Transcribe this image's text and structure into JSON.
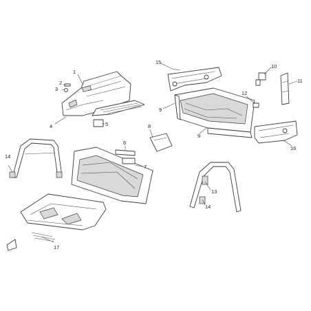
{
  "callouts": {
    "c1": "1",
    "c2": "2",
    "c3": "3",
    "c4": "4",
    "c5": "5",
    "c6": "6",
    "c7": "7",
    "c8": "8",
    "c9a": "9",
    "c9b": "9",
    "c10": "10",
    "c11": "11",
    "c12": "12",
    "c13": "13",
    "c14a": "14",
    "c14b": "14",
    "c15": "15",
    "c16": "16",
    "c17": "17"
  },
  "colors": {
    "line": "#3a3a3a",
    "shade": "#d9d9d9",
    "background": "#ffffff"
  }
}
